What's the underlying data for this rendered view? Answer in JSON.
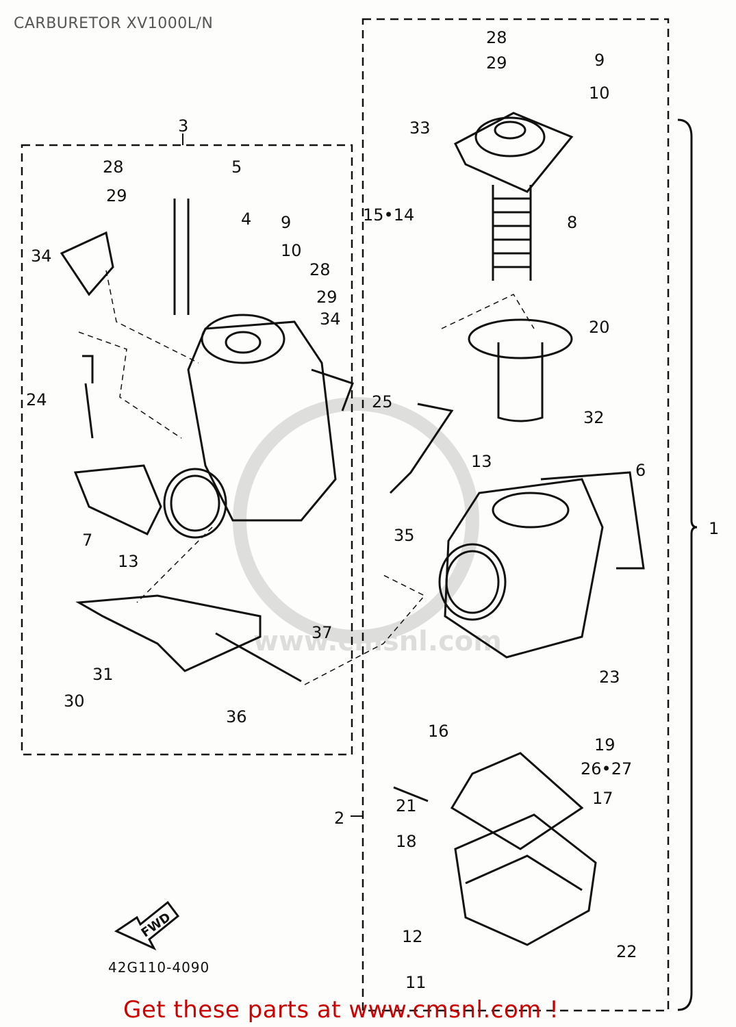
{
  "title": "CARBURETOR XV1000L/N",
  "footer": "Get these parts at www.cmsnl.com !",
  "diagram_code": "42G110-4090",
  "fwd_label": "FWD",
  "watermark": "www.cmsnl.com",
  "colors": {
    "footer": "#cc0000",
    "title": "#555555",
    "ink": "#111111"
  },
  "groups": [
    {
      "id": "1",
      "label": "1"
    },
    {
      "id": "2",
      "label": "2"
    },
    {
      "id": "3",
      "label": "3"
    }
  ],
  "callouts": [
    {
      "label": "28"
    },
    {
      "label": "29"
    },
    {
      "label": "9"
    },
    {
      "label": "10"
    },
    {
      "label": "33"
    },
    {
      "label": "15•14"
    },
    {
      "label": "8"
    },
    {
      "label": "20"
    },
    {
      "label": "25"
    },
    {
      "label": "32"
    },
    {
      "label": "13"
    },
    {
      "label": "6"
    },
    {
      "label": "35"
    },
    {
      "label": "23"
    },
    {
      "label": "16"
    },
    {
      "label": "19"
    },
    {
      "label": "26•27"
    },
    {
      "label": "21"
    },
    {
      "label": "17"
    },
    {
      "label": "18"
    },
    {
      "label": "12"
    },
    {
      "label": "22"
    },
    {
      "label": "11"
    },
    {
      "label": "28"
    },
    {
      "label": "29"
    },
    {
      "label": "5"
    },
    {
      "label": "4"
    },
    {
      "label": "34"
    },
    {
      "label": "9"
    },
    {
      "label": "10"
    },
    {
      "label": "28"
    },
    {
      "label": "29"
    },
    {
      "label": "34"
    },
    {
      "label": "24"
    },
    {
      "label": "7"
    },
    {
      "label": "13"
    },
    {
      "label": "37"
    },
    {
      "label": "31"
    },
    {
      "label": "30"
    },
    {
      "label": "36"
    }
  ]
}
